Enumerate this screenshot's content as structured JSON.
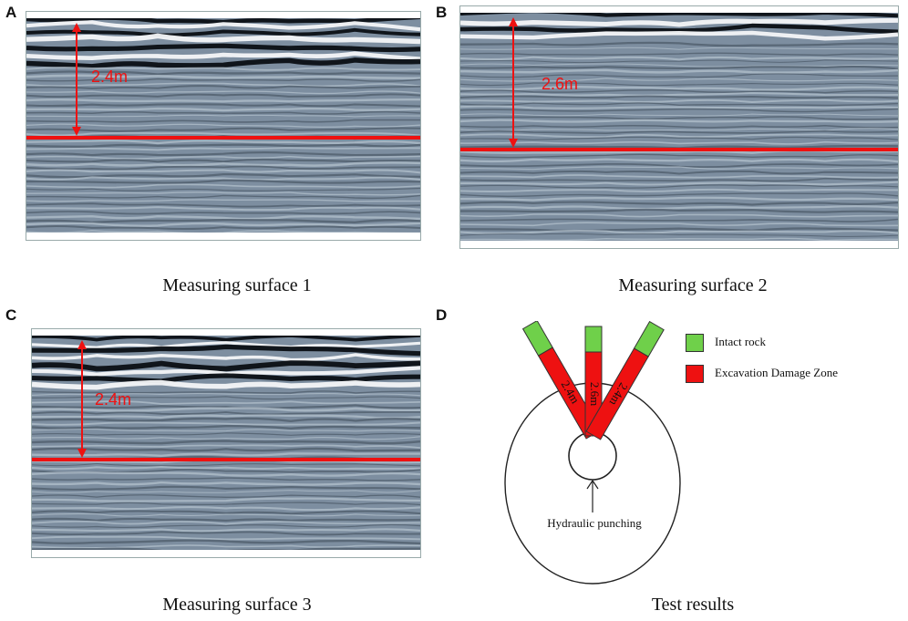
{
  "panels": [
    {
      "letter": "A",
      "depth_label": "2.4m",
      "caption": "Measuring surface 1"
    },
    {
      "letter": "B",
      "depth_label": "2.6m",
      "caption": "Measuring surface 2"
    },
    {
      "letter": "C",
      "depth_label": "2.4m",
      "caption": "Measuring surface 3"
    },
    {
      "letter": "D",
      "caption": "Test results"
    }
  ],
  "diagram": {
    "legend": [
      {
        "label": "Intact rock",
        "color": "#6fd04a"
      },
      {
        "label": "Excavation Damage Zone",
        "color": "#ee1111"
      }
    ],
    "bars": [
      {
        "label": "2.4m",
        "angle_deg": -30
      },
      {
        "label": "2.6m",
        "angle_deg": 0
      },
      {
        "label": "2.4m",
        "angle_deg": 30
      }
    ],
    "hole_label": "Hydraulic punching"
  },
  "colors": {
    "marker": "#ee1111",
    "radar_bg": "#7d8ea0"
  }
}
